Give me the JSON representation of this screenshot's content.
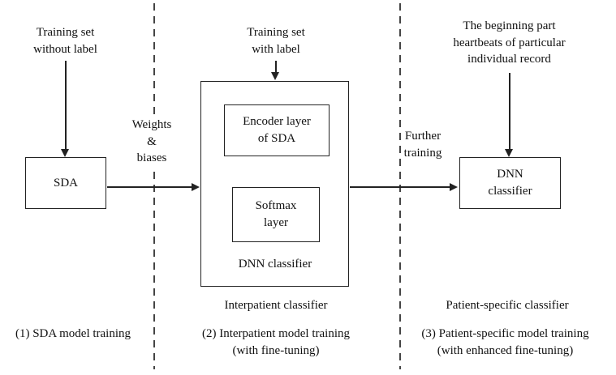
{
  "stage1": {
    "input": "Training set\nwithout label",
    "box": "SDA",
    "caption": "(1) SDA model training"
  },
  "transition1": "Weights\n&\nbiases",
  "stage2": {
    "input": "Training set\nwith label",
    "encoder_box": "Encoder layer\nof SDA",
    "softmax_box": "Softmax\nlayer",
    "outer_label": "DNN classifier",
    "sublabel": "Interpatient classifier",
    "caption": "(2) Interpatient model training\n(with fine-tuning)"
  },
  "transition2": "Further\ntraining",
  "stage3": {
    "input": "The beginning part\nheartbeats of particular\nindividual record",
    "box": "DNN\nclassifier",
    "sublabel": "Patient-specific classifier",
    "caption": "(3) Patient-specific model training\n(with enhanced fine-tuning)"
  }
}
